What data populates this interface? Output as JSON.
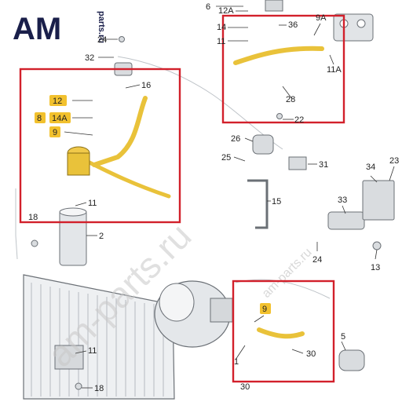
{
  "brand": {
    "logo_text": "AM",
    "logo_suffix": "parts.ru"
  },
  "watermarks": {
    "main": "am-parts.ru",
    "small": "am-parts.ru"
  },
  "colors": {
    "highlight_box": "#d2202b",
    "highlight_label": "#f2c12e",
    "pipe_gold": "#e9c23a",
    "part_gray": "#9aa0a6",
    "logo_navy": "#1a1f4a"
  },
  "labels": {
    "l6": "6",
    "l12a": "12A",
    "l14_top": "14",
    "l11_top": "11",
    "l24_top": "24",
    "l32": "32",
    "l36": "36",
    "l9a": "9A",
    "l11a": "11A",
    "l16": "16",
    "l12": "12",
    "l14a": "14A",
    "l8": "8",
    "l9_left": "9",
    "l28": "28",
    "l22": "22",
    "l26": "26",
    "l25": "25",
    "l31": "31",
    "l34": "34",
    "l23": "23",
    "l11_mid": "11",
    "l15": "15",
    "l18_top": "18",
    "l2": "2",
    "l33": "33",
    "l24_right": "24",
    "l13": "13",
    "l9_right": "9",
    "l5": "5",
    "l1": "1",
    "l30_right": "30",
    "l30_bottom": "30",
    "l11_low": "11",
    "l18_low": "18"
  }
}
